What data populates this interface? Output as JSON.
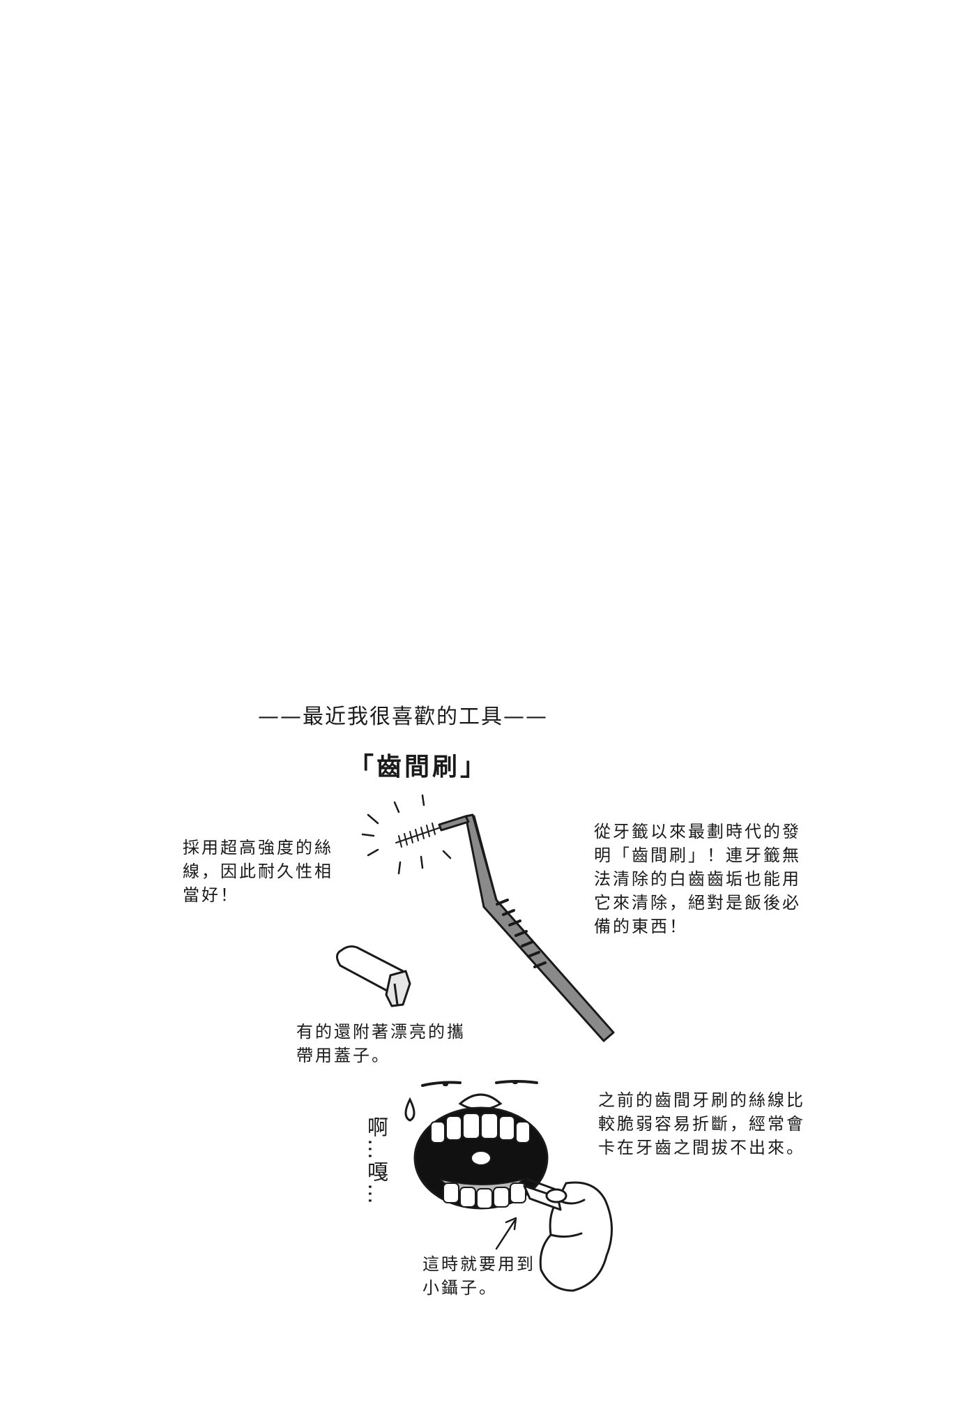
{
  "heading": "——最近我很喜歡的工具——",
  "title": "「齒間刷」",
  "notes": {
    "left": "採用超高強度的絲線，因此耐久性相當好！",
    "right_top": "從牙籤以來最劃時代的發明「齒間刷」！連牙籤無法清除的白齒齒垢也能用它來清除，絕對是飯後必備的東西！",
    "cap": "有的還附著漂亮的攜帶用蓋子。",
    "right_bottom": "之前的齒間牙刷的絲線比較脆弱容易折斷，經常會卡在牙齒之間拔不出來。",
    "tweezers": "這時就要用到小鑷子。"
  },
  "exclaim": "啊…嘎…",
  "icons": {
    "brush": "interdental-brush-icon",
    "cap": "brush-cap-icon",
    "face": "open-mouth-face-icon",
    "hand": "hand-with-tweezers-icon"
  }
}
